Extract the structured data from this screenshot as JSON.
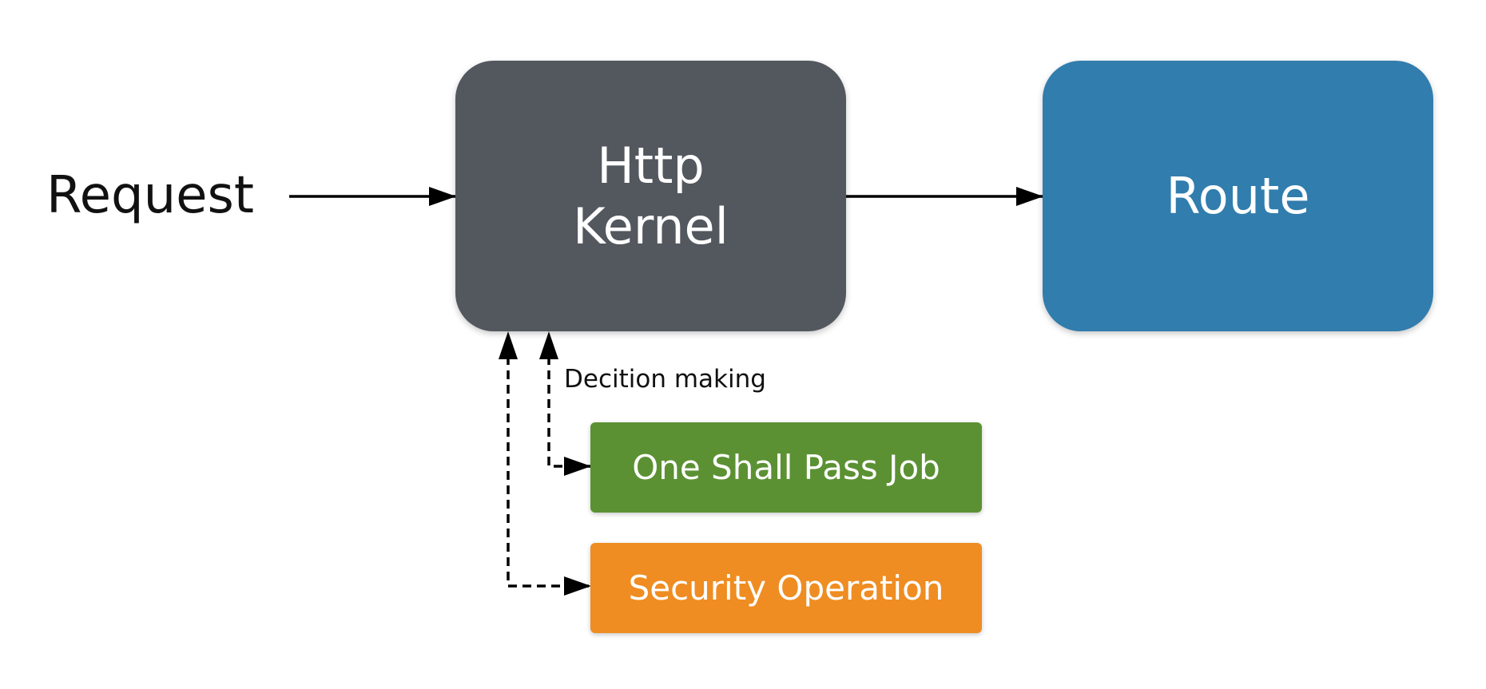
{
  "request_label": "Request",
  "kernel": {
    "line1": "Http",
    "line2": "Kernel"
  },
  "route_label": "Route",
  "decision_label": "Decition making",
  "job_label": "One Shall Pass Job",
  "security_label": "Security Operation",
  "colors": {
    "kernel": "#53575e",
    "route": "#317dad",
    "job": "#5b9133",
    "security": "#ef8d22",
    "arrow": "#000000"
  }
}
